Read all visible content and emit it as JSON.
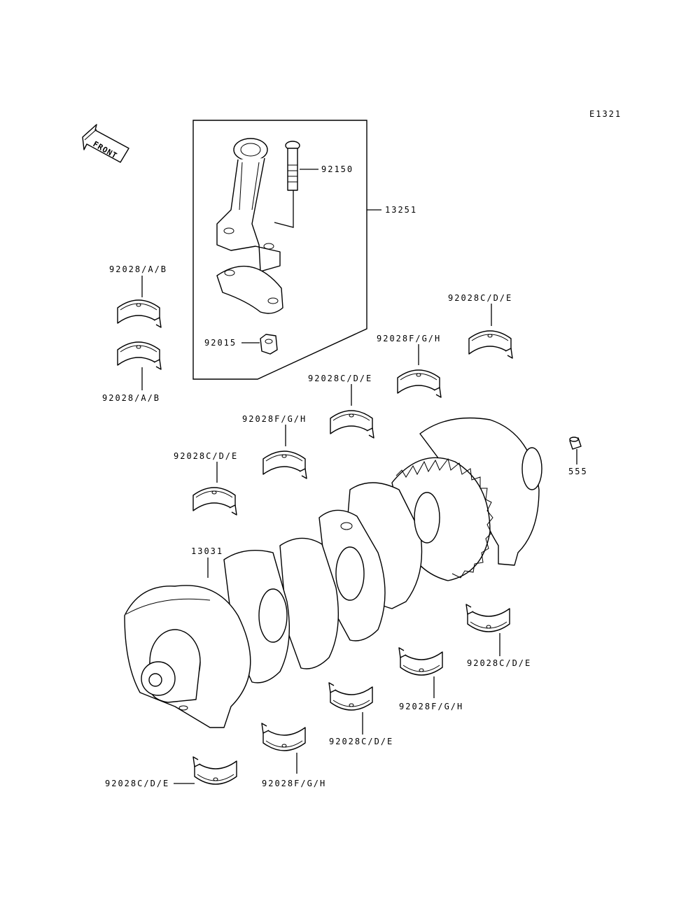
{
  "diagram_code": "E1321",
  "front_label": "FRONT",
  "labels": {
    "connecting_rod": "13251",
    "rod_bolt": "92150",
    "rod_nut": "92015",
    "crankshaft": "13031",
    "pin": "555",
    "rod_bearing_upper": "92028/A/B",
    "rod_bearing_lower": "92028/A/B",
    "main_bearing_1": "92028C/D/E",
    "main_bearing_2": "92028F/G/H",
    "main_bearing_3": "92028C/D/E",
    "main_bearing_4": "92028F/G/H",
    "main_bearing_5": "92028C/D/E",
    "lower_bearing_1": "92028C/D/E",
    "lower_bearing_2": "92028F/G/H",
    "lower_bearing_3": "92028C/D/E",
    "lower_bearing_4": "92028F/G/H",
    "lower_bearing_5": "92028C/D/E"
  }
}
